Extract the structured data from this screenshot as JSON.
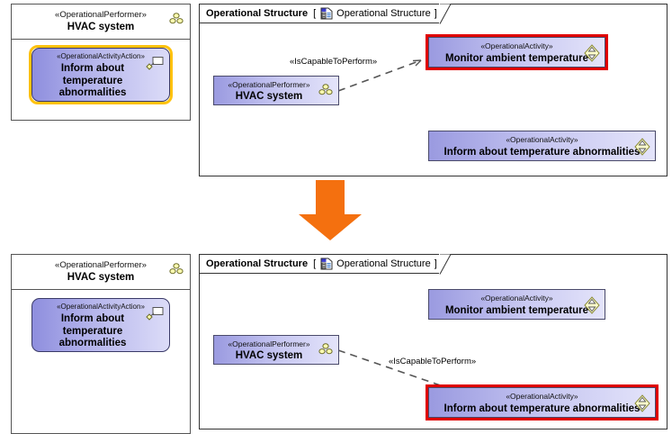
{
  "colors": {
    "orange_arrow": "#f4700f",
    "selection_red": "#e00000",
    "selection_yellow": "#ffc20e",
    "element_fill_left": "#9a9ae0",
    "element_fill_right": "#e4e4fa",
    "element_border": "#4a4a6a",
    "text": "#000000",
    "activity_icon": "#ffffcc",
    "activity_icon_border": "#9a8b33",
    "performer_icon": "#ffffb0"
  },
  "top": {
    "containment_panel": {
      "performer": {
        "stereotype": "«OperationalPerformer»",
        "name": "HVAC system",
        "icon": "performer-role-icon"
      },
      "action": {
        "stereotype": "«OperationalActivityAction»",
        "name": "Inform about temperature abnormalities",
        "icon": "activity-action-icon",
        "selected": true,
        "selection_color": "#ffc20e"
      }
    },
    "frame": {
      "label": "Operational Structure",
      "bracket_open": "[",
      "icon": "diagram-op-icon",
      "diagram_name": "Operational Structure",
      "bracket_close": "]",
      "elements": [
        {
          "id": "monitor",
          "stereotype": "«OperationalActivity»",
          "name": "Monitor ambient temperature",
          "icon": "operational-activity-icon",
          "selected": true,
          "selection_color": "#e00000"
        },
        {
          "id": "hvac",
          "stereotype": "«OperationalPerformer»",
          "name": "HVAC system",
          "icon": "performer-role-icon",
          "selected": false
        },
        {
          "id": "inform",
          "stereotype": "«OperationalActivity»",
          "name": "Inform about temperature abnormalities",
          "icon": "operational-activity-icon",
          "selected": false
        }
      ],
      "connector": {
        "label": "«IsCapableToPerform»",
        "style": "dashed",
        "arrow": "open",
        "from": "hvac",
        "to": "monitor"
      }
    }
  },
  "transition": {
    "icon": "down-arrow-icon",
    "color": "#f4700f"
  },
  "bottom": {
    "containment_panel": {
      "performer": {
        "stereotype": "«OperationalPerformer»",
        "name": "HVAC system",
        "icon": "performer-role-icon"
      },
      "action": {
        "stereotype": "«OperationalActivityAction»",
        "name": "Inform about temperature abnormalities",
        "icon": "activity-action-icon",
        "selected": false
      }
    },
    "frame": {
      "label": "Operational Structure",
      "bracket_open": "[",
      "icon": "diagram-op-icon",
      "diagram_name": "Operational Structure",
      "bracket_close": "]",
      "elements": [
        {
          "id": "monitor",
          "stereotype": "«OperationalActivity»",
          "name": "Monitor ambient temperature",
          "icon": "operational-activity-icon",
          "selected": false
        },
        {
          "id": "hvac",
          "stereotype": "«OperationalPerformer»",
          "name": "HVAC system",
          "icon": "performer-role-icon",
          "selected": false
        },
        {
          "id": "inform",
          "stereotype": "«OperationalActivity»",
          "name": "Inform about temperature abnormalities",
          "icon": "operational-activity-icon",
          "selected": true,
          "selection_color": "#e00000"
        }
      ],
      "connector": {
        "label": "«IsCapableToPerform»",
        "style": "dashed",
        "arrow": "open",
        "from": "hvac",
        "to": "inform"
      }
    }
  }
}
